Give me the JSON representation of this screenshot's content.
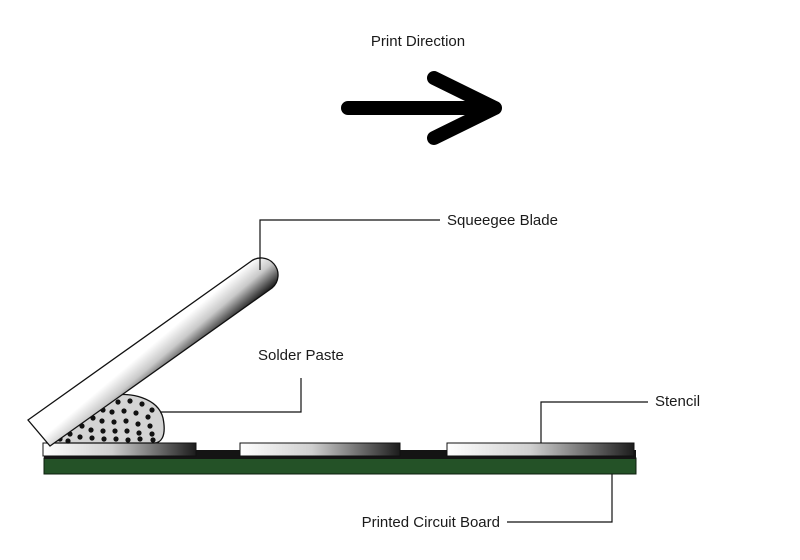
{
  "labels": {
    "print_direction": "Print Direction",
    "squeegee_blade": "Squeegee Blade",
    "solder_paste": "Solder Paste",
    "stencil": "Stencil",
    "pcb": "Printed Circuit Board"
  },
  "colors": {
    "pcb": "#245227",
    "arrow": "#000000",
    "paste_fill": "#d4d4d4",
    "paste_particles": "#111111"
  },
  "icons": {
    "direction_arrow": "arrow-right-icon"
  }
}
